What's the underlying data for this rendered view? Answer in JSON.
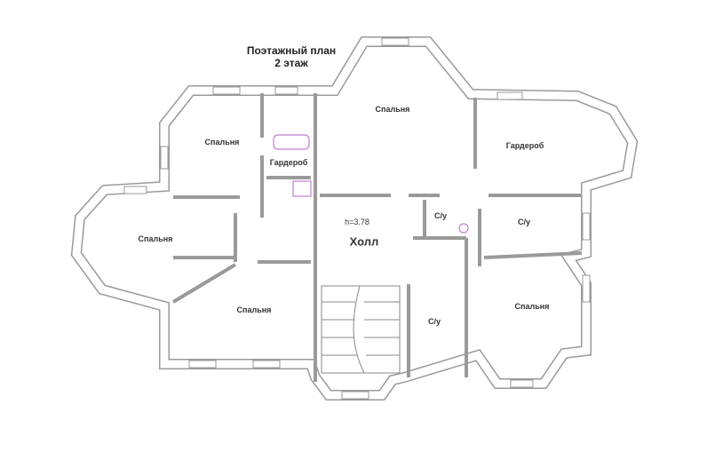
{
  "title": {
    "line1": "Поэтажный план",
    "line2": "2 этаж"
  },
  "rooms": {
    "bedroom_top_left": "Спальня",
    "bedroom_top_center": "Спальня",
    "wardrobe_right": "Гардероб",
    "wardrobe_center": "Гардероб",
    "bedroom_left": "Спальня",
    "bedroom_bottom_left": "Спальня",
    "hall": "Холл",
    "ceiling_height": "h=3.78",
    "wc_1": "С/у",
    "wc_2": "С/у",
    "wc_3": "С/у",
    "bedroom_bottom_right": "Спальня"
  },
  "colors": {
    "wall": "#9a9a9a",
    "fixture": "#c080d0"
  }
}
